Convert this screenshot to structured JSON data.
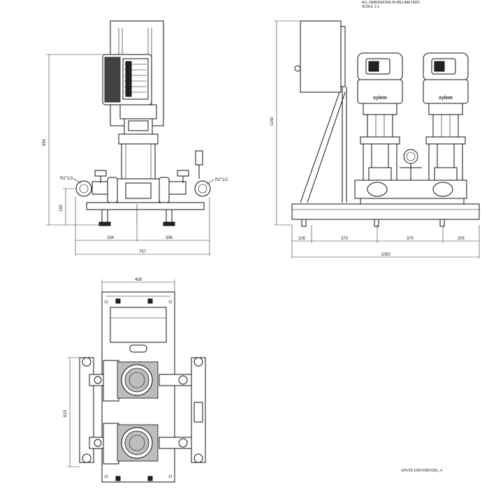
{
  "header": {
    "line1": "ALL DIMENSIONS IN MILLIMETERS",
    "line2": "SCALE 1:1"
  },
  "drawing_code": "GHV20-10SVX06F030L_4",
  "front_view": {
    "dims": {
      "height_total": "954",
      "height_inlet": "180",
      "left_offset": "294",
      "right_offset": "356",
      "overall_width": "757"
    },
    "labels": {
      "left_connection": "R2\"1/2",
      "right_connection": "R2\"1/2"
    }
  },
  "side_view": {
    "dims": {
      "height": "1140",
      "d1": "105",
      "d2": "370",
      "d3": "370",
      "d4": "205",
      "length": "1050"
    },
    "brand_left": "xylem",
    "brand_right": "xylem"
  },
  "top_view": {
    "dims": {
      "width": "408",
      "depth": "610"
    }
  }
}
